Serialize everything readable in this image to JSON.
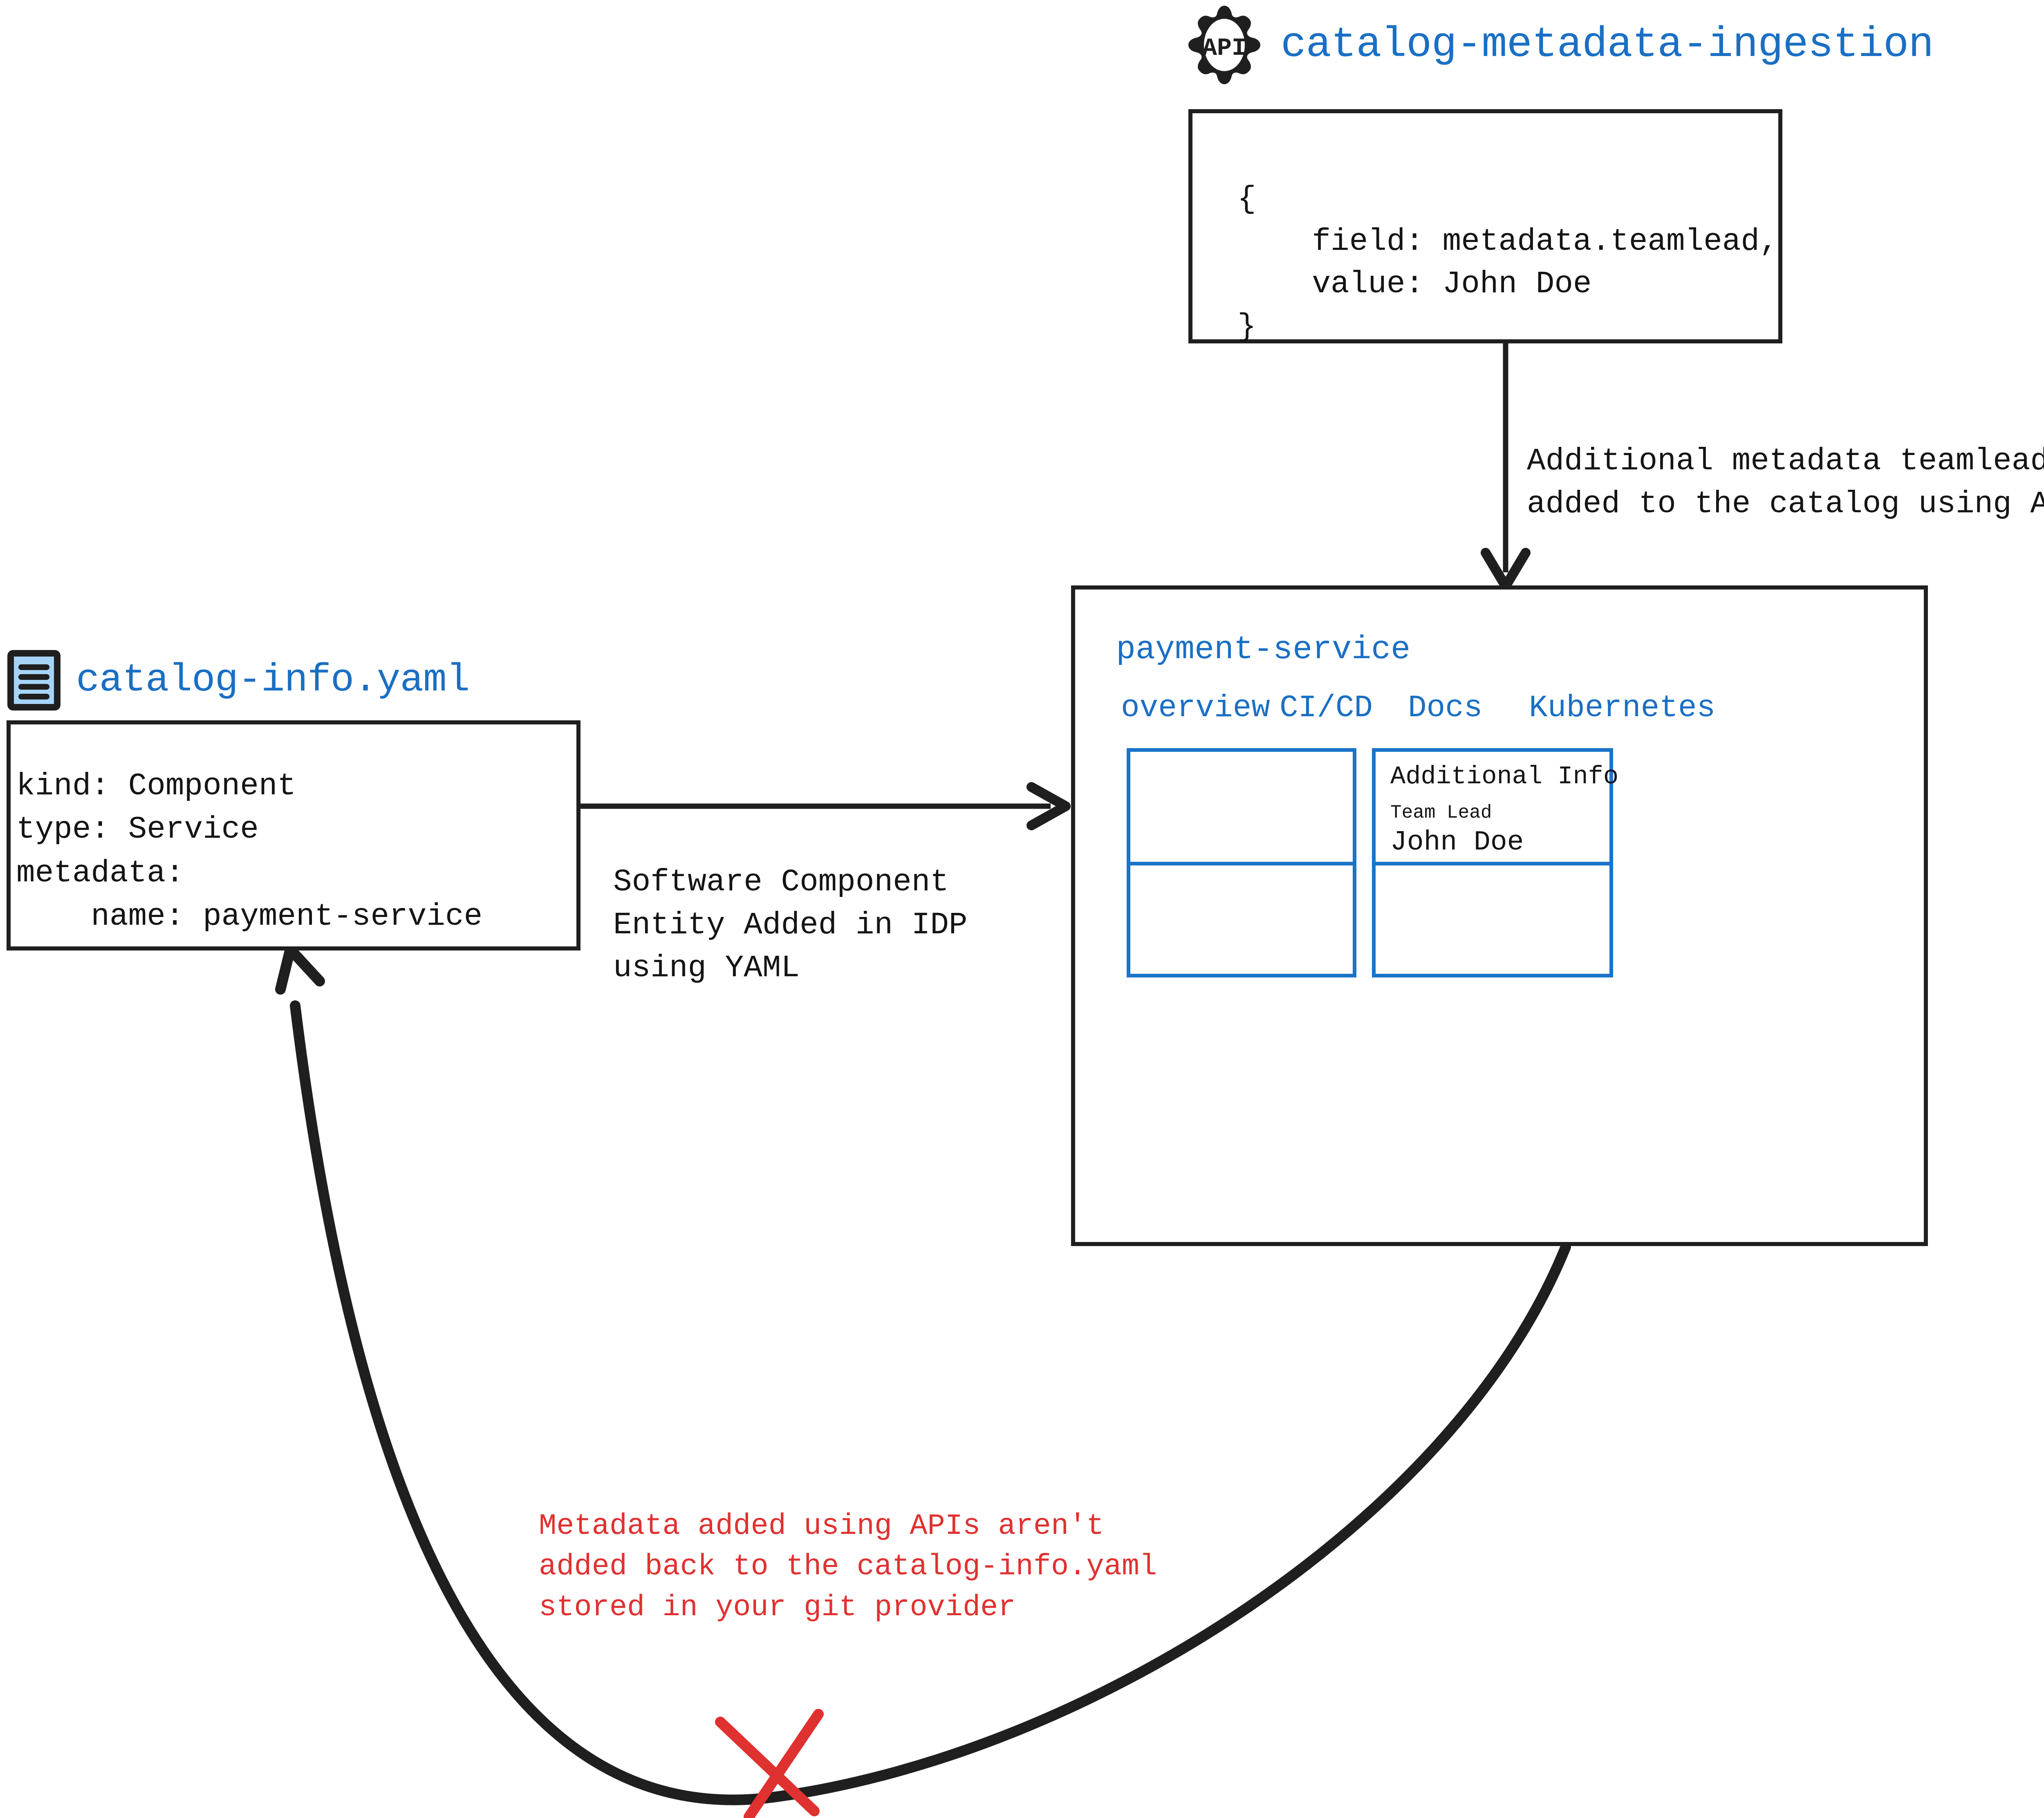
{
  "api_source": {
    "icon": "api-gear-icon",
    "title": "catalog-metadata-ingestion",
    "code": "{\n    field: metadata.teamlead,\n    value: John Doe\n}",
    "arrow_label": "Additional metadata teamlead\nadded to the catalog using APIs"
  },
  "yaml_source": {
    "icon": "yaml-document-icon",
    "title": "catalog-info.yaml",
    "code": "kind: Component\ntype: Service\nmetadata:\n    name: payment-service",
    "arrow_label": "Software Component\nEntity Added in IDP\nusing YAML"
  },
  "service_panel": {
    "title": "payment-service",
    "tabs": [
      {
        "label": "overview"
      },
      {
        "label": "CI/CD"
      },
      {
        "label": "Docs"
      },
      {
        "label": "Kubernetes"
      }
    ],
    "cards": {
      "top_left": {
        "content": ""
      },
      "top_right": {
        "heading": "Additional Info",
        "label": "Team Lead",
        "value": "John Doe"
      },
      "bottom_left": {
        "content": ""
      },
      "bottom_right": {
        "content": ""
      }
    }
  },
  "warning": {
    "text": "Metadata added using APIs aren't\nadded back to the catalog-info.yaml\nstored in your git provider",
    "marker": "red-x-icon"
  },
  "colors": {
    "accent_blue": "#1a6fc4",
    "card_border_blue": "#1a74c9",
    "icon_fill_blue": "#a6d4f7",
    "stroke_black": "#1f1f1f",
    "warning_red": "#e03131"
  }
}
